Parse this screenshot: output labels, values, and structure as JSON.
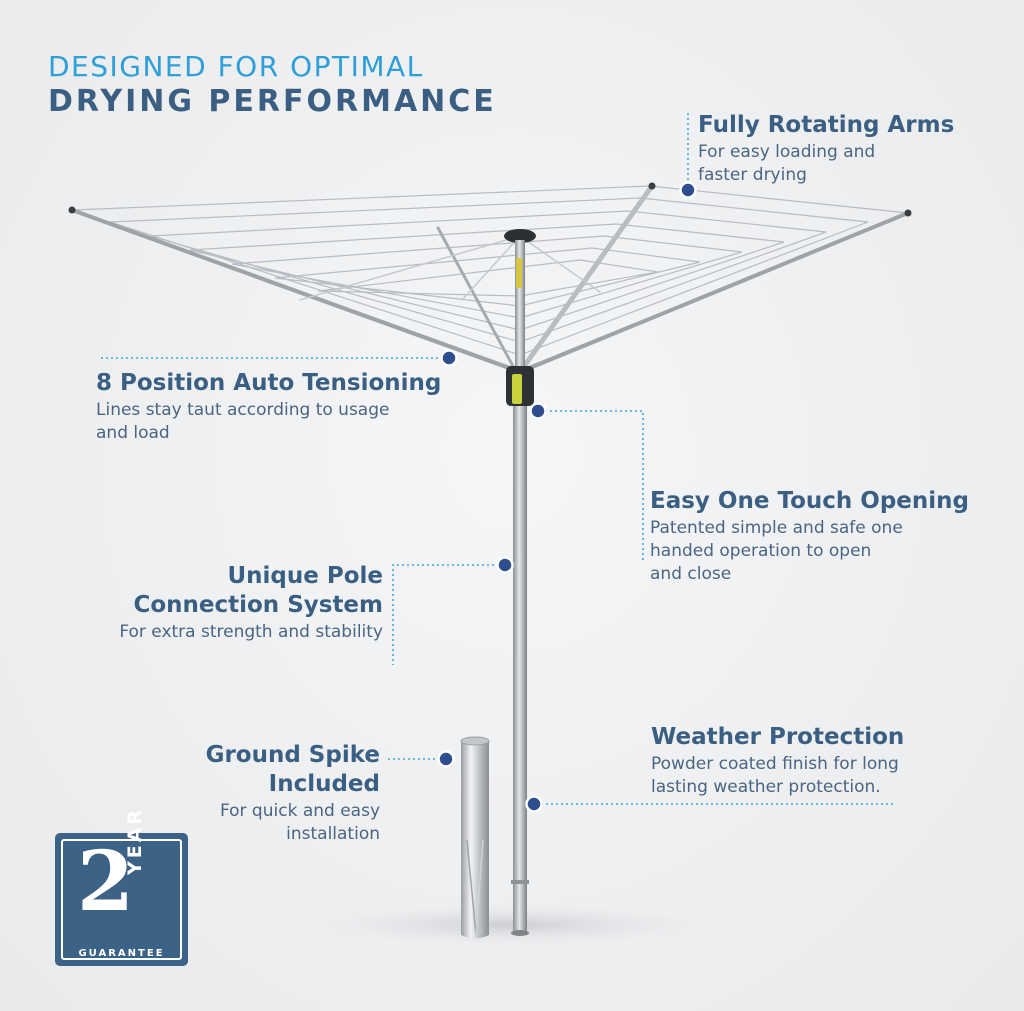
{
  "headline": {
    "line1": "DESIGNED FOR OPTIMAL",
    "line2": "DRYING PERFORMANCE"
  },
  "features": {
    "rotating_arms": {
      "title": "Fully Rotating Arms",
      "desc_line1": "For easy loading and",
      "desc_line2": "faster drying"
    },
    "auto_tensioning": {
      "title": "8 Position Auto Tensioning",
      "desc_line1": "Lines stay taut according to usage",
      "desc_line2": "and load"
    },
    "one_touch": {
      "title": "Easy One Touch Opening",
      "desc_line1": "Patented simple and safe one",
      "desc_line2": "handed operation to open",
      "desc_line3": "and close"
    },
    "pole_connection": {
      "title_line1": "Unique Pole",
      "title_line2": "Connection System",
      "desc_line1": "For extra strength and stability"
    },
    "ground_spike": {
      "title_line1": "Ground Spike",
      "title_line2": "Included",
      "desc_line1": "For quick and easy",
      "desc_line2": "installation"
    },
    "weather": {
      "title": "Weather Protection",
      "desc_line1": "Powder coated finish for long",
      "desc_line2": "lasting weather protection."
    }
  },
  "badge": {
    "number": "2",
    "unit": "YEAR",
    "label": "GUARANTEE"
  },
  "colors": {
    "accent_blue": "#2e9fd8",
    "heading_navy": "#3b5f82",
    "marker_dot": "#2d4d8c",
    "badge_bg": "#3c6286"
  }
}
